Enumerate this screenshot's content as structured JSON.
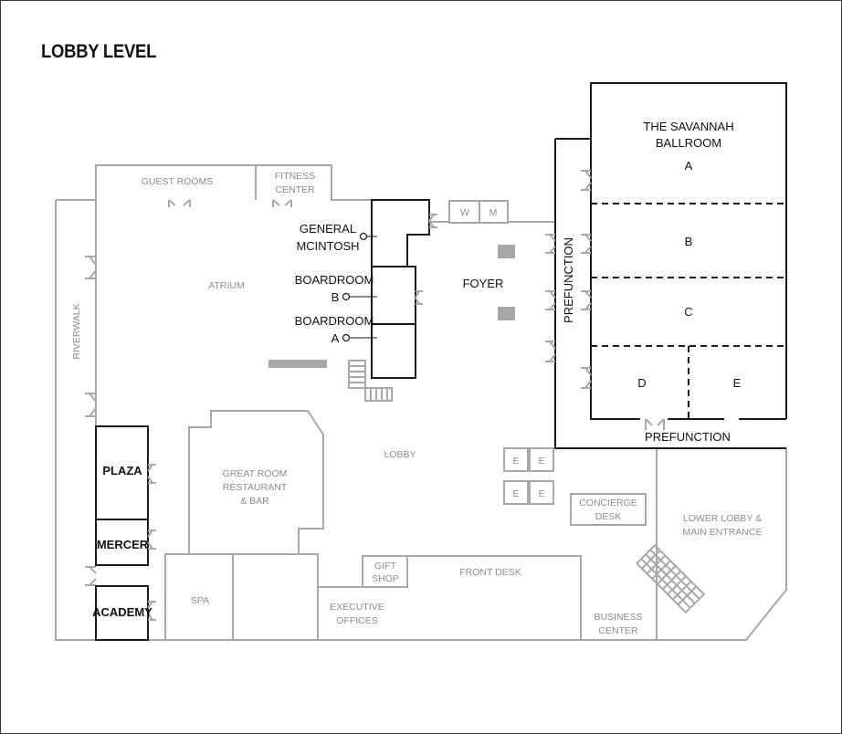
{
  "title": "LOBBY LEVEL",
  "rooms": {
    "guest_rooms": "GUEST ROOMS",
    "fitness_center_1": "FITNESS",
    "fitness_center_2": "CENTER",
    "atrium": "ATRIUM",
    "riverwalk": "RIVERWALK",
    "general_mcintosh_1": "GENERAL",
    "general_mcintosh_2": "MCINTOSH",
    "boardroom_b_1": "BOARDROOM",
    "boardroom_b_2": "B",
    "boardroom_a_1": "BOARDROOM",
    "boardroom_a_2": "A",
    "foyer": "FOYER",
    "w": "W",
    "m": "M",
    "prefunction_vertical": "PREFUNCTION",
    "prefunction_bottom": "PREFUNCTION",
    "ballroom_1": "THE SAVANNAH",
    "ballroom_2": "BALLROOM",
    "section_a": "A",
    "section_b": "B",
    "section_c": "C",
    "section_d": "D",
    "section_e": "E",
    "plaza": "PLAZA",
    "mercer": "MERCER",
    "academy": "ACADEMY",
    "great_room_1": "GREAT ROOM",
    "great_room_2": "RESTAURANT",
    "great_room_3": "& BAR",
    "lobby": "LOBBY",
    "elevator": "E",
    "concierge_1": "CONCIERGE",
    "concierge_2": "DESK",
    "lower_lobby_1": "LOWER LOBBY &",
    "lower_lobby_2": "MAIN ENTRANCE",
    "spa": "SPA",
    "gift_shop_1": "GIFT",
    "gift_shop_2": "SHOP",
    "front_desk": "FRONT DESK",
    "executive_offices_1": "EXECUTIVE",
    "executive_offices_2": "OFFICES",
    "business_center_1": "BUSINESS",
    "business_center_2": "CENTER"
  }
}
